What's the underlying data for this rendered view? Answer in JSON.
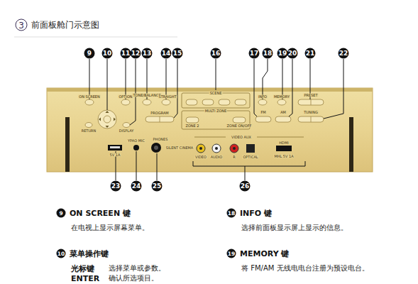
{
  "diagram": {
    "title": "前面板舱门示意图",
    "labels": [
      "3",
      "9",
      "10",
      "11",
      "12",
      "13",
      "14",
      "15",
      "16",
      "17",
      "18",
      "19",
      "20",
      "21",
      "22",
      "23",
      "24",
      "25",
      "26",
      "ON SCREEN",
      "RETURN",
      "OPTION",
      "DISPLAY",
      "TONE/BALANCE",
      "STRAIGHT",
      "PROGRAM",
      "SCENE",
      "MULTI ZONE",
      "ZONE 2",
      "ZONE ON/OFF",
      "INFO",
      "MEMORY",
      "PRESET",
      "FM",
      "AM",
      "TUNING",
      "5V 1A",
      "YPAO MIC",
      "PHONES",
      "SILENT CINEMA",
      "VIDEO AUX",
      "VIDEO",
      "AUDIO",
      "R",
      "OPTICAL",
      "HDMI",
      "MHL 5V 1A",
      "9",
      "ON SCREEN 键",
      "在电视上显示屏幕菜单。",
      "10",
      "菜单操作键",
      "光标键",
      "选择菜单或参数。",
      "ENTER",
      "确认所选项目。",
      "18",
      "INFO 键",
      "选择前面板显示屏上显示的信息。",
      "19",
      "MEMORY 键",
      "将 FM/AM 无线电电台注册为预设电台。"
    ]
  }
}
